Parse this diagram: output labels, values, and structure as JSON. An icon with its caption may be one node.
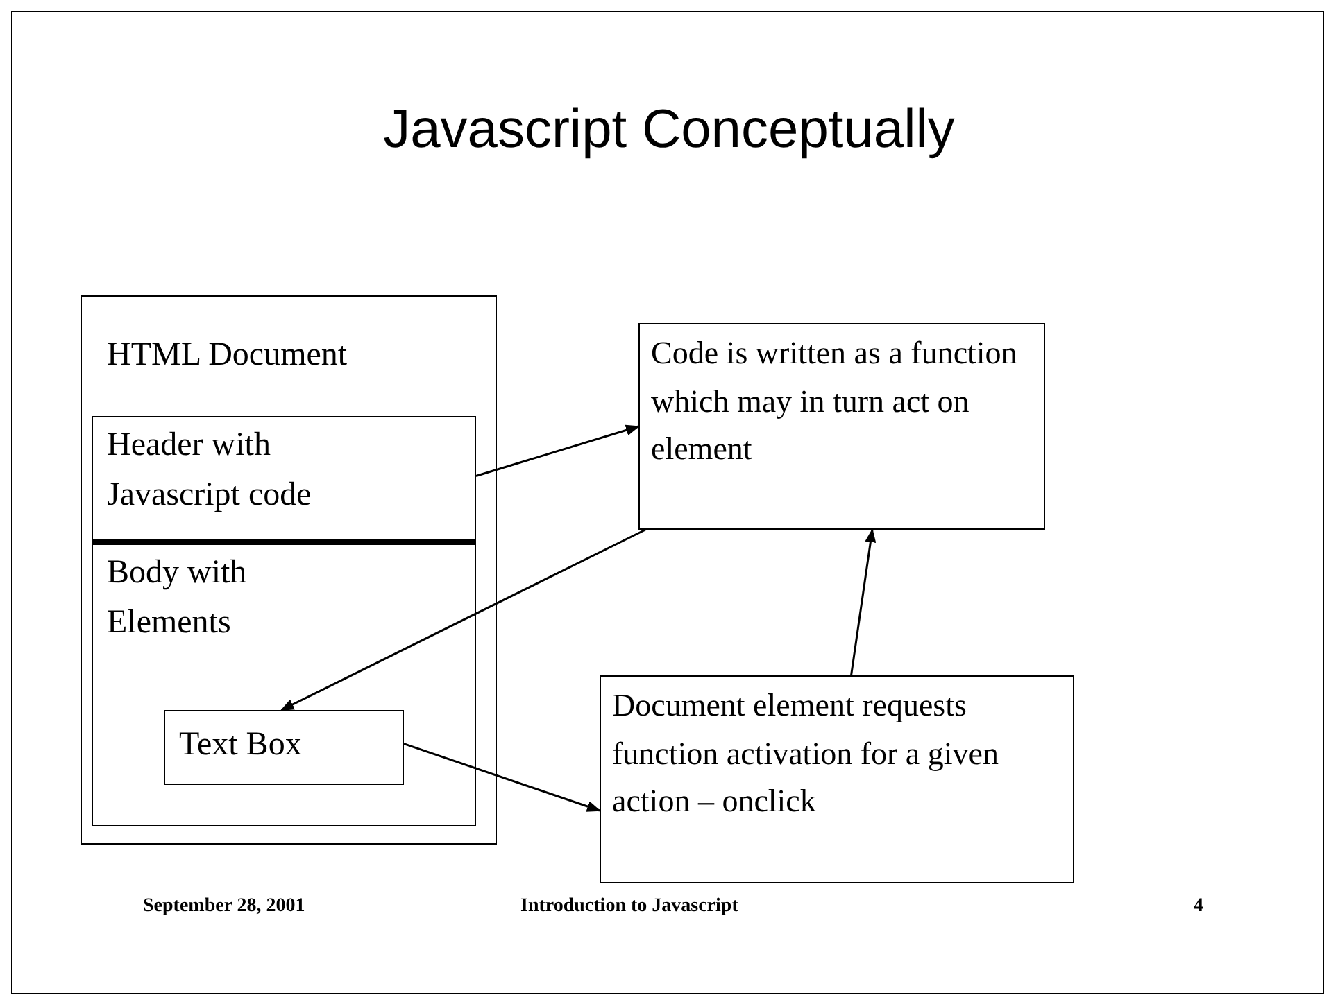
{
  "diagram": {
    "title": "Javascript Conceptually",
    "nodes": [
      {
        "text": [
          "HTML Document"
        ]
      },
      {
        "text": [
          "Header with Javascript code"
        ],
        "in": 0
      },
      {
        "text": [
          "Body with Elements"
        ],
        "in": 0
      },
      {
        "text": [
          "Text Box"
        ],
        "in": 2
      },
      {
        "text": [
          "Code is written as a function which may in turn act on element"
        ]
      },
      {
        "text": [
          "Document element requests function activation for a given action – onclick"
        ]
      }
    ],
    "edges": [
      {
        "from": 1,
        "to": 4,
        "arrow": "to"
      },
      {
        "from": 4,
        "to": 3,
        "arrow": "to"
      },
      {
        "from": 3,
        "to": 5,
        "arrow": "to"
      },
      {
        "from": 5,
        "to": 4,
        "arrow": "to"
      }
    ],
    "labels": [
      "September 28, 2001",
      "Introduction to Javascript",
      "4"
    ]
  }
}
